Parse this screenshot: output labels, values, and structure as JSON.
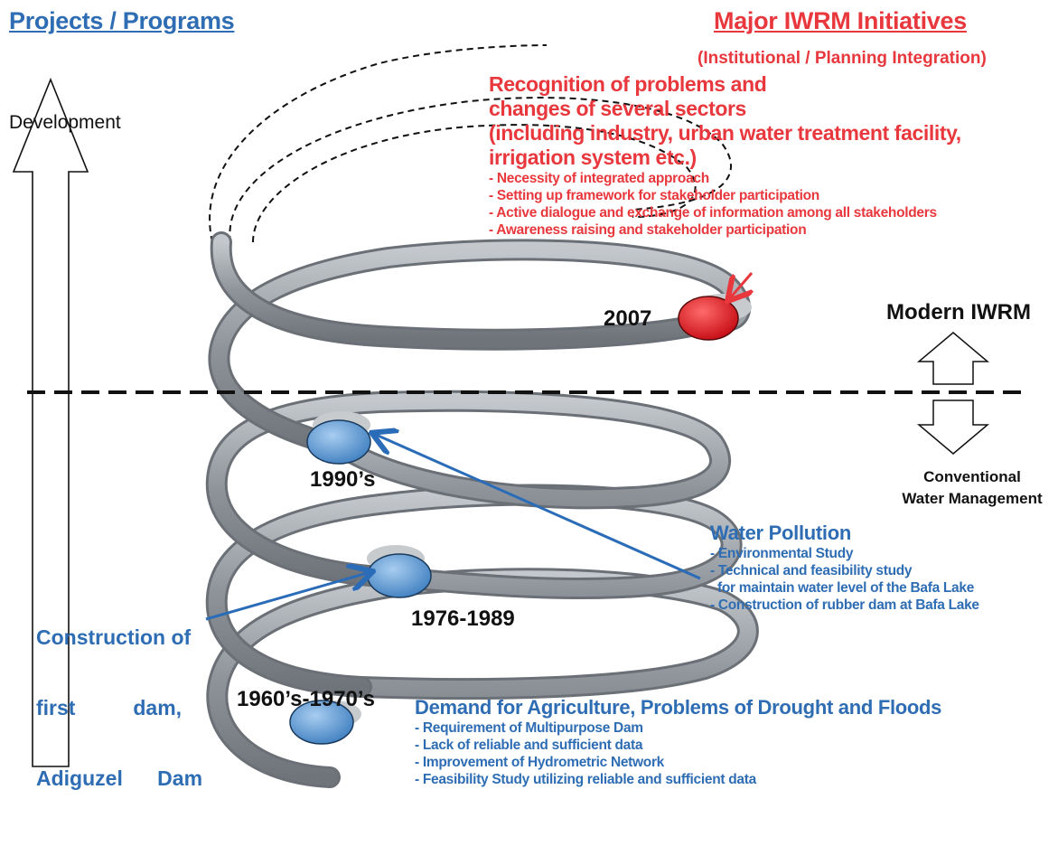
{
  "headers": {
    "left": "Projects / Programs",
    "right": "Major IWRM Initiatives",
    "right_sub": "(Institutional / Planning Integration)"
  },
  "development_label": "Development",
  "modern_label": "Modern IWRM",
  "conventional_label": [
    "Conventional",
    "Water Management"
  ],
  "milestones": {
    "m2007": "2007",
    "m1990": "1990’s",
    "m1976": "1976-1989",
    "m1960": "1960’s-1970’s"
  },
  "iwrm": {
    "title_lines": [
      "Recognition of problems and",
      "changes of several sectors",
      "(including industry, urban water treatment facility,",
      "irrigation system etc.)"
    ],
    "bullets": [
      "- Necessity of integrated approach",
      "- Setting up framework for stakeholder participation",
      "- Active dialogue and exchange of information among all stakeholders",
      "- Awareness raising and stakeholder participation"
    ]
  },
  "pollution": {
    "title": "Water Pollution",
    "bullets": [
      "- Environmental Study",
      "- Technical and feasibility study",
      "  for maintain water level of the Bafa Lake",
      "- Construction of rubber dam at Bafa Lake"
    ]
  },
  "construction": {
    "lines": [
      "Construction of",
      "first          dam,",
      "Adiguzel      Dam"
    ]
  },
  "demand": {
    "title": "Demand for Agriculture, Problems of Drought and Floods",
    "bullets": [
      "- Requirement of Multipurpose Dam",
      "- Lack of reliable and sufficient data",
      "- Improvement of Hydrometric Network",
      "- Feasibility Study utilizing reliable and sufficient data"
    ]
  },
  "colors": {
    "blue_text": "#2E6DB4",
    "red_text": "#E8383D",
    "ribbon": "#9aa0a6",
    "marker_blue": "#5b9bd5",
    "marker_red": "#d9141c"
  }
}
